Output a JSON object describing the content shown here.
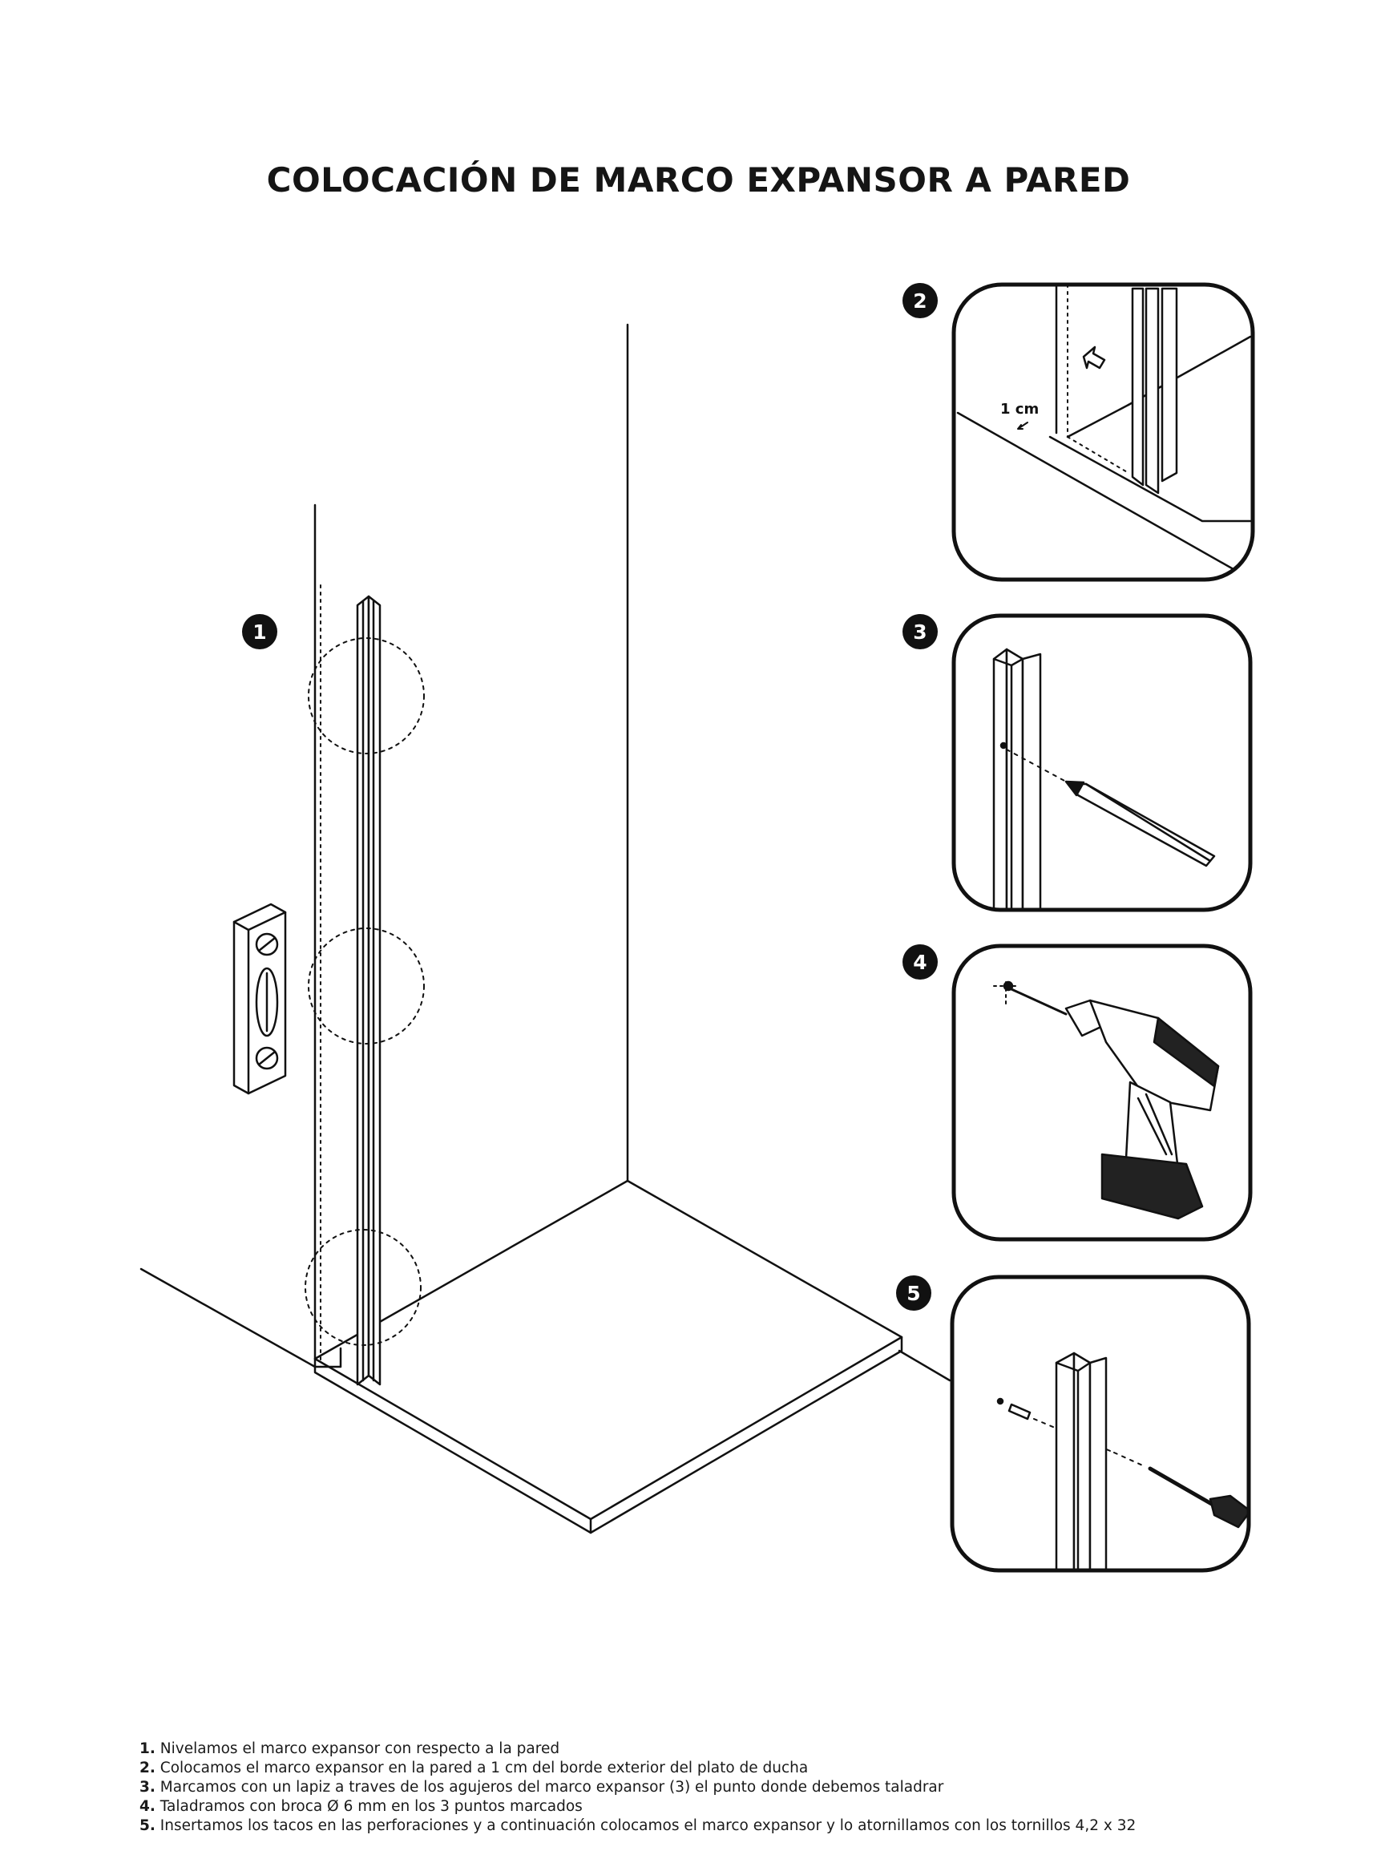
{
  "title": "COLOCACIÓN DE MARCO EXPANSOR A PARED",
  "step_badges": [
    "1",
    "2",
    "3",
    "4",
    "5"
  ],
  "detail_label": "1 cm",
  "instructions": [
    {
      "num": "1.",
      "text": "Nivelamos el marco expansor con respecto a la pared"
    },
    {
      "num": "2.",
      "text": "Colocamos el marco expansor en la pared a 1 cm del borde exterior del plato de ducha"
    },
    {
      "num": "3.",
      "text": "Marcamos con un lapiz a traves de los agujeros del marco expansor (3) el punto donde debemos taladrar"
    },
    {
      "num": "4.",
      "text": "Taladramos con broca Ø 6 mm en los 3 puntos marcados"
    },
    {
      "num": "5.",
      "text": "Insertamos los tacos en las perforaciones y a continuación colocamos el marco expansor y lo atornillamos con los tornillos 4,2 x 32"
    }
  ]
}
